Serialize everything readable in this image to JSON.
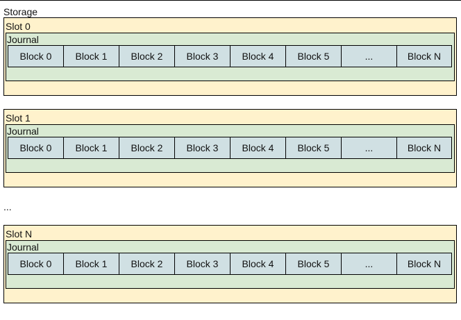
{
  "storage": {
    "label": "Storage"
  },
  "gap_label": "...",
  "slots": [
    {
      "label": "Slot 0",
      "journal": {
        "label": "Journal",
        "blocks": [
          "Block 0",
          "Block 1",
          "Block 2",
          "Block 3",
          "Block 4",
          "Block 5",
          "...",
          "Block N"
        ]
      }
    },
    {
      "label": "Slot 1",
      "journal": {
        "label": "Journal",
        "blocks": [
          "Block 0",
          "Block 1",
          "Block 2",
          "Block 3",
          "Block 4",
          "Block 5",
          "...",
          "Block N"
        ]
      }
    },
    {
      "label": "Slot N",
      "journal": {
        "label": "Journal",
        "blocks": [
          "Block 0",
          "Block 1",
          "Block 2",
          "Block 3",
          "Block 4",
          "Block 5",
          "...",
          "Block N"
        ]
      }
    }
  ],
  "colors": {
    "slot_fill": "#fff2cc",
    "journal_fill": "#d9ead3",
    "block_fill": "#d0e0e3",
    "border": "#000000"
  }
}
